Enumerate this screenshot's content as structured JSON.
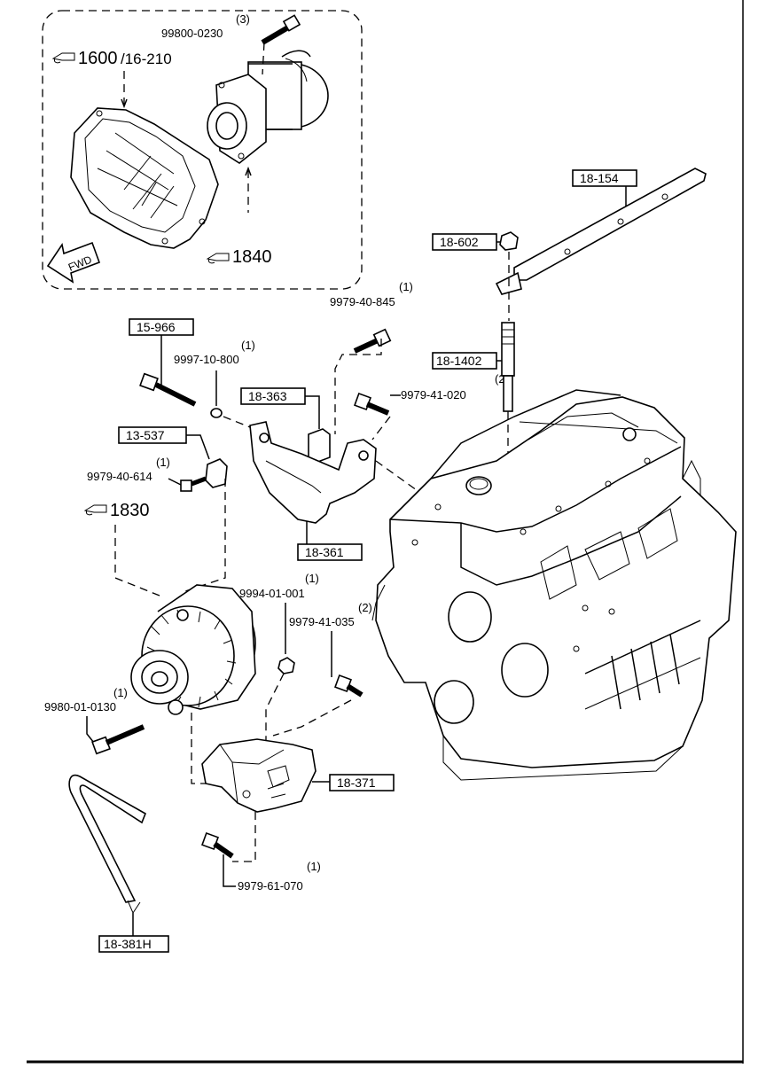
{
  "inset": {
    "ref_1600": "1600",
    "ref_1600_suffix": "/16-210",
    "ref_1840": "1840",
    "fwd": "FWD",
    "qty_99800": "(3)",
    "pn_99800": "99800-0230"
  },
  "refs": {
    "ref_1830": "1830"
  },
  "part_boxes": {
    "p18_154": "18-154",
    "p18_602": "18-602",
    "p18_1402": "18-1402",
    "p15_966": "15-966",
    "p18_363": "18-363",
    "p13_537": "13-537",
    "p18_361": "18-361",
    "p18_371": "18-371",
    "p18_381h": "18-381H"
  },
  "part_numbers": {
    "pn_9979_40_845": "9979-40-845",
    "qty_9979_40_845": "(1)",
    "pn_9997_10_800": "9997-10-800",
    "qty_9997_10_800": "(1)",
    "pn_9979_41_020": "9979-41-020",
    "qty_9979_41_020": "(2)",
    "pn_9979_40_614": "9979-40-614",
    "qty_9979_40_614": "(1)",
    "pn_9994_01_001": "9994-01-001",
    "qty_9994_01_001": "(1)",
    "pn_9979_41_035": "9979-41-035",
    "qty_9979_41_035": "(2)",
    "pn_9980_01_0130": "9980-01-0130",
    "qty_9980_01_0130": "(1)",
    "pn_9979_61_070": "9979-61-070",
    "qty_9979_61_070": "(1)"
  },
  "icons": {
    "reference": "pointing-hand-icon",
    "direction": "fwd-arrow-icon"
  }
}
